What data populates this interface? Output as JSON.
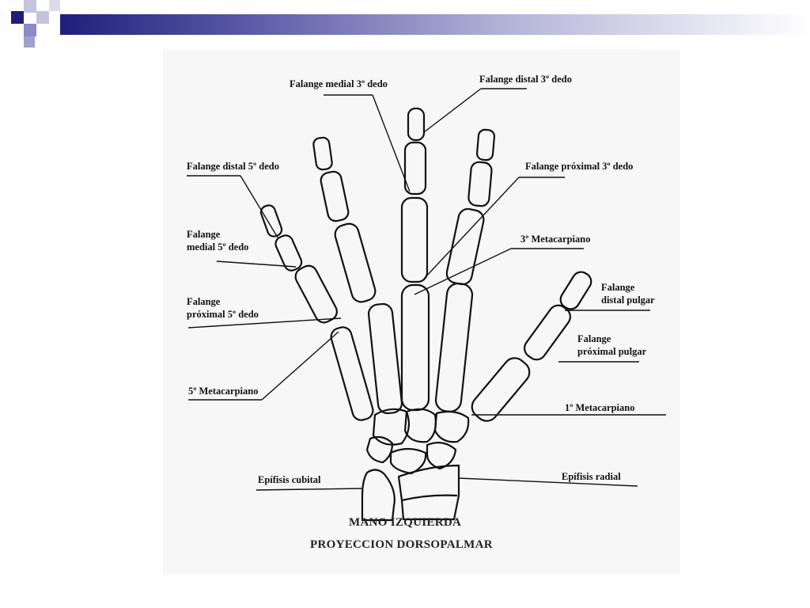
{
  "diagram": {
    "labels": {
      "falange_medial_3": "Falange medial 3º dedo",
      "falange_distal_3": "Falange distal 3º dedo",
      "falange_distal_5": "Falange distal 5º dedo",
      "falange_proximal_3": "Falange próximal 3º dedo",
      "falange_medial_5_line1": "Falange",
      "falange_medial_5_line2": "medial 5º dedo",
      "metacarpiano_3": "3º Metacarpiano",
      "falange_proximal_5_line1": "Falange",
      "falange_proximal_5_line2": "próximal 5º dedo",
      "falange_distal_pulgar_line1": "Falange",
      "falange_distal_pulgar_line2": "distal pulgar",
      "falange_proximal_pulgar_line1": "Falange",
      "falange_proximal_pulgar_line2": "próximal  pulgar",
      "metacarpiano_5": "5º Metacarpiano",
      "metacarpiano_1": "1º Metacarpiano",
      "epifisis_cubital": "Epífisis cubital",
      "epifisis_radial": "Epífisis radial"
    },
    "caption": {
      "line1": "MANO IZQUIERDA",
      "line2": "PROYECCION DORSOPALMAR"
    }
  },
  "colors": {
    "header_dark": "#1f1f7a",
    "header_mid": "#6a6ab4",
    "header_light": "#b4b4d8",
    "figure_background": "#f7f7f7",
    "ink": "#111111"
  }
}
